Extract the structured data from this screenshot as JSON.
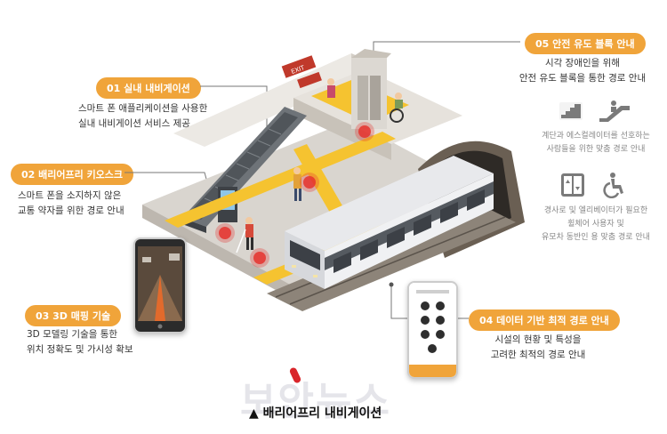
{
  "features": {
    "f01": {
      "label": "01 실내 내비게이션",
      "lines": [
        "스마트 폰 애플리케이션을 사용한",
        "실내 내비게이션 서비스 제공"
      ]
    },
    "f02": {
      "label": "02 배리어프리 키오스크",
      "lines": [
        "스마트 폰을 소지하지 않은",
        "교통 약자를 위한 경로 안내"
      ]
    },
    "f03": {
      "label": "03 3D 매핑 기술",
      "lines": [
        "3D 모델링 기술을 통한",
        "위치 정확도 및 가시성 확보"
      ]
    },
    "f04": {
      "label": "04 데이터 기반 최적 경로 안내",
      "lines": [
        "시설의 현황 및 특성을",
        "고려한 최적의 경로 안내"
      ]
    },
    "f05": {
      "label": "05 안전 유도 블록 안내",
      "lines": [
        "시각 장애인을 위해",
        "안전 유도 블록을 통한 경로 안내"
      ],
      "sub1": [
        "계단과 에스컬레이터를 선호하는",
        "사람들을 위한 맞춤 경로 안내"
      ],
      "sub2": [
        "경사로 및 엘리베이터가 필요한",
        "휠체어 사용자 및",
        "유모차 동반인 용 맞춤 경로 안내"
      ]
    }
  },
  "icons": [
    "stairs-icon",
    "escalator-icon",
    "elevator-icon",
    "wheelchair-icon"
  ],
  "sign_text": "EXIT",
  "watermark": "보안뉴스",
  "caption": "▲ 배리어프리 내비게이션",
  "colors": {
    "accent": "#f0a43a",
    "platform_yellow": "#f5c330",
    "train_body": "#e8e9ec",
    "train_stripe": "#555a60",
    "ring_red": "#e5322d"
  }
}
